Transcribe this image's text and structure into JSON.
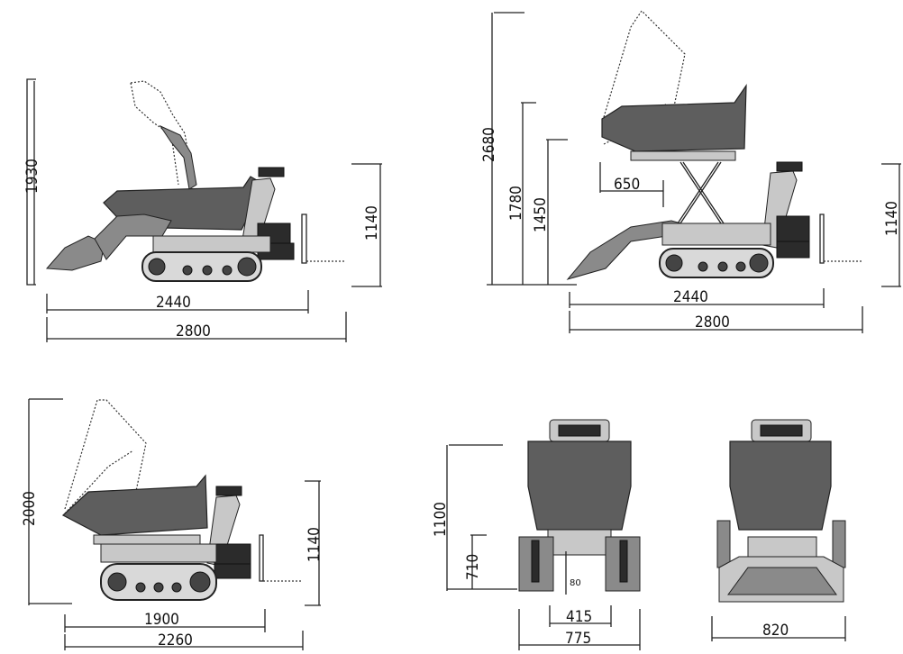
{
  "views": {
    "top_left": {
      "height": "1930",
      "height_right": "1140",
      "width_inner": "2440",
      "width_outer": "2800"
    },
    "top_right": {
      "height_max": "2680",
      "height_mid": "1780",
      "height_low": "1450",
      "reach": "650",
      "height_right": "1140",
      "width_inner": "2440",
      "width_outer": "2800"
    },
    "bottom_left": {
      "height": "2000",
      "height_right": "1140",
      "width_inner": "1900",
      "width_outer": "2260"
    },
    "front": {
      "height": "1100",
      "height_low": "710",
      "clearance": "80",
      "width_inner": "415",
      "width_outer": "775"
    },
    "front_loader": {
      "width": "820"
    }
  }
}
